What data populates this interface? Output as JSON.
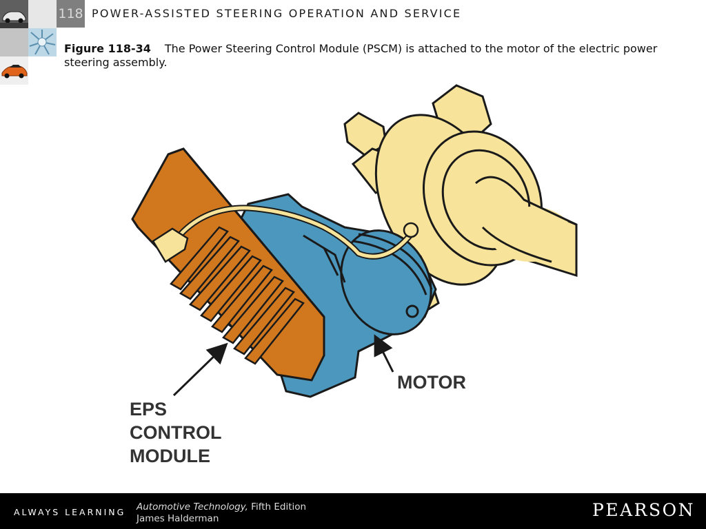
{
  "header": {
    "chapter_number": "118",
    "chapter_title": "POWER-ASSISTED STEERING OPERATION AND SERVICE"
  },
  "caption": {
    "figure_label": "Figure 118-34",
    "text": "The Power Steering Control Module (PSCM) is attached to the motor of the electric power steering assembly."
  },
  "illustration": {
    "labels": {
      "motor": "MOTOR",
      "eps_line1": "EPS",
      "eps_line2": "CONTROL",
      "eps_line3": "MODULE"
    },
    "colors": {
      "module": "#d1781f",
      "motor": "#4c97bd",
      "housing": "#f7e49a",
      "outline": "#1a1a1a"
    }
  },
  "footer": {
    "tagline": "ALWAYS LEARNING",
    "book_title": "Automotive Technology,",
    "edition": " Fifth Edition",
    "author": "James Halderman",
    "publisher": "PEARSON"
  }
}
